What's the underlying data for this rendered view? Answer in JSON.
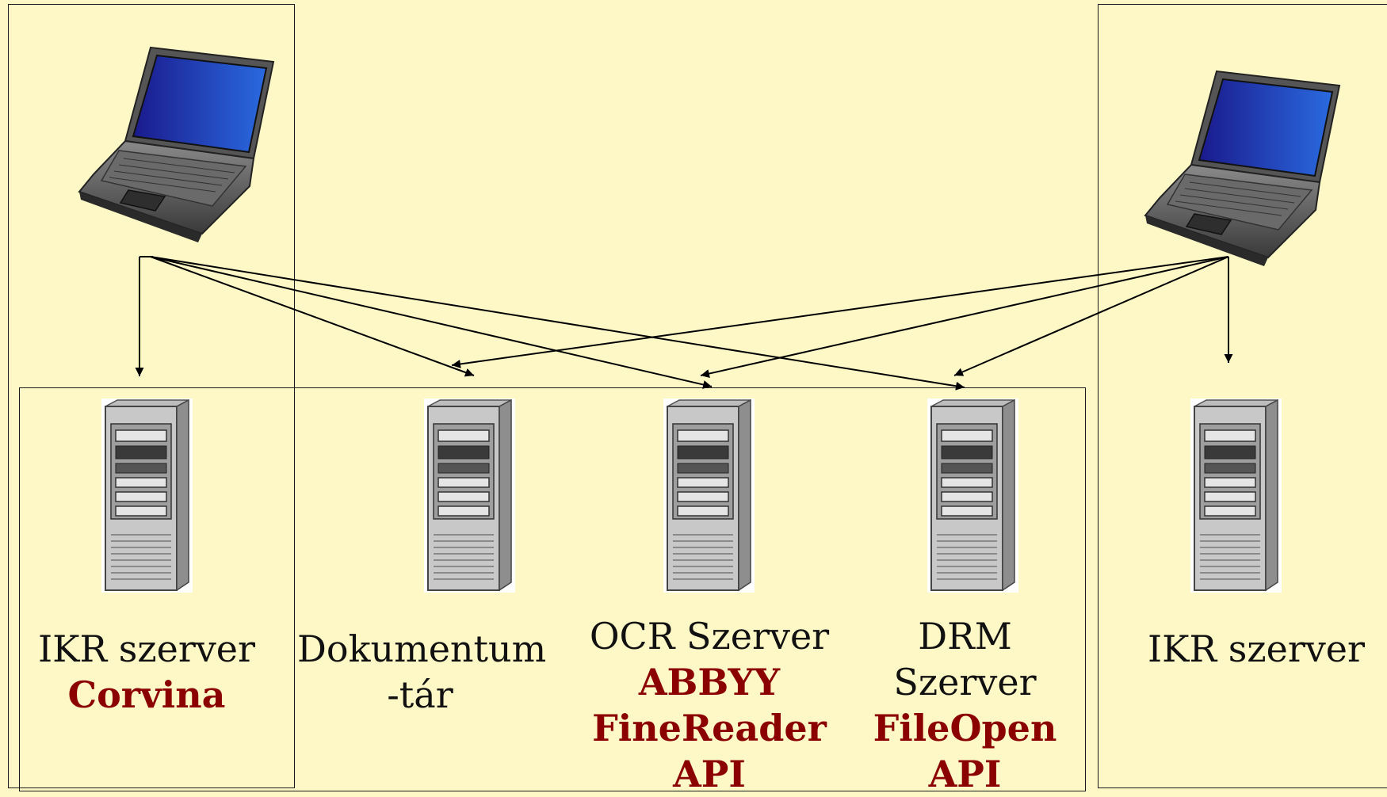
{
  "servers": [
    {
      "id": "ikr-corvina",
      "lines": [
        "IKR szerver"
      ],
      "red_lines": [
        "Corvina"
      ]
    },
    {
      "id": "dokumentumtar",
      "lines": [
        "Dokumentum",
        "-tár"
      ],
      "red_lines": []
    },
    {
      "id": "ocr",
      "lines": [
        "OCR Szerver"
      ],
      "red_lines": [
        "ABBYY",
        "FineReader",
        "API"
      ]
    },
    {
      "id": "drm",
      "lines": [
        "DRM",
        "Szerver"
      ],
      "red_lines": [
        "FileOpen",
        "API"
      ]
    },
    {
      "id": "ikr-right",
      "lines": [
        "IKR szerver"
      ],
      "red_lines": []
    }
  ],
  "colors": {
    "background": "#fef8c6",
    "accent_text": "#8b0000",
    "line": "#000000"
  },
  "icons": [
    "laptop-icon",
    "server-tower-icon"
  ]
}
